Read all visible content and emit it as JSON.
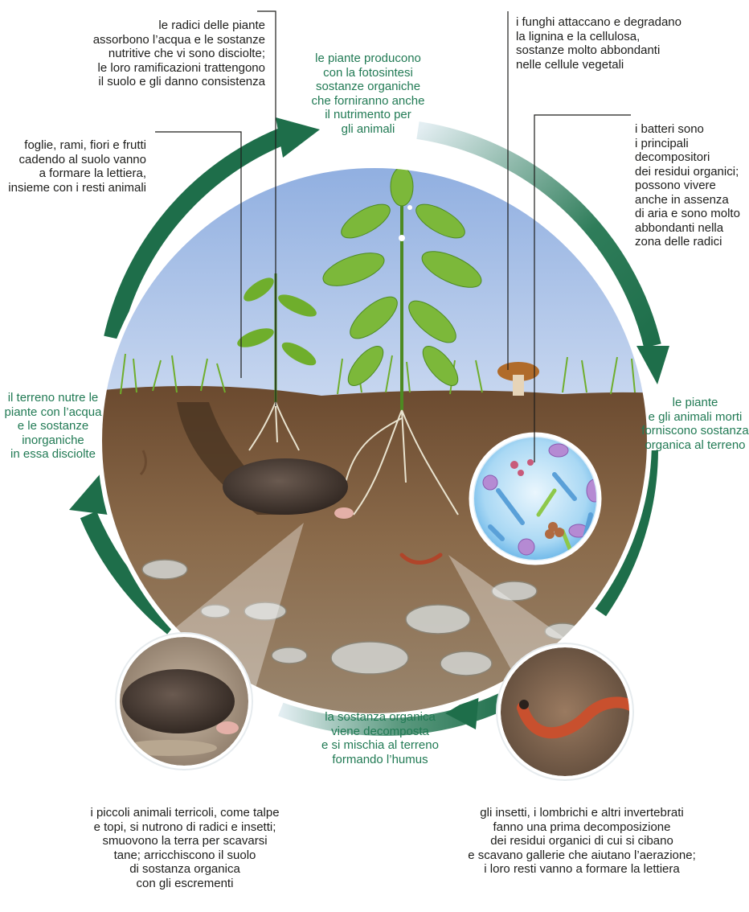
{
  "palette": {
    "cycle_arrow": "#1e6e4a",
    "label_green": "#217a54",
    "label_black": "#1d1d1b",
    "sky_top": "#8faee0",
    "soil": "#7a5a3c",
    "leaf": "#6fae2c"
  },
  "labels": {
    "roots": "le radici delle piante\nassorbono l’acqua e le sostanze\nnutritive che vi sono disciolte;\nle loro ramificazioni trattengono\nil suolo e gli danno consistenza",
    "photosynthesis": "le piante producono\ncon la fotosintesi\nsostanze organiche\nche forniranno anche\nil nutrimento per\ngli animali",
    "fungi": "i funghi attaccano e degradano\nla lignina e la cellulosa,\nsostanze molto abbondanti\nnelle cellule vegetali",
    "litter": "foglie, rami, fiori e frutti\ncadendo al suolo vanno\na formare la lettiera,\ninsieme con i resti animali",
    "bacteria": "i batteri sono\ni principali\ndecompositori\ndei residui organici;\npossono vivere\nanche in assenza\ndi aria e sono molto\nabbondanti nella\nzona delle radici",
    "soil_feeds": "il terreno nutre le\npiante con l’acqua\ne le sostanze\ninorganiche\nin essa disciolte",
    "dead_matter": "le piante\ne gli animali morti\nforniscono sostanza\norganica al terreno",
    "humus": "la sostanza organica\nviene decomposta\ne si mischia al terreno\nformando l’humus",
    "small_animals": "i piccoli animali terricoli, come talpe\ne topi, si nutrono di radici e insetti;\nsmuovono la terra per scavarsi\ntane; arricchiscono il suolo\ndi sostanza organica\ncon gli escrementi",
    "invertebrates": "gli insetti, i lombrichi e altri invertebrati\nfanno una prima decomposizione\ndei residui organici di cui si cibano\ne scavano gallerie che aiutano l’aerazione;\ni loro resti vanno a formare la lettiera"
  }
}
